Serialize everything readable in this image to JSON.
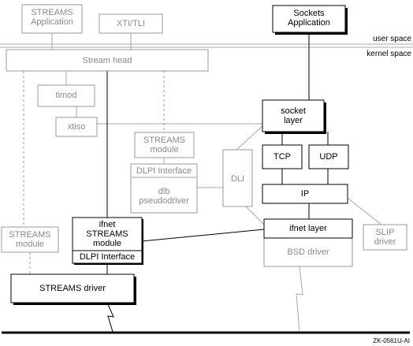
{
  "boxes": {
    "streams_application": "STREAMS\nApplication",
    "xti_tli": "XTI/TLI",
    "sockets_application": "Sockets\nApplication",
    "stream_head": "Stream head",
    "timod": "timod",
    "xtiso": "xtiso",
    "socket_layer": "socket\nlayer",
    "streams_module_top": "STREAMS\nmodule",
    "dlpi_interface_top": "DLPI Interface",
    "dlb_pseudodriver": "dlb\npseudodriver",
    "dli": "DLI",
    "tcp": "TCP",
    "udp": "UDP",
    "ip": "IP",
    "ifnet_streams_module": "ifnet\nSTREAMS\nmodule",
    "dlpi_interface_bottom": "DLPI Interface",
    "ifnet_layer": "ifnet layer",
    "bsd_driver": "BSD driver",
    "slip_driver": "SLIP\ndriver",
    "streams_module_left": "STREAMS\nmodule",
    "streams_driver": "STREAMS driver"
  },
  "space_labels": {
    "user_space": "user space",
    "kernel_space": "kernel space"
  },
  "figure_id": "ZK-0561U-AI",
  "colors": {
    "kernel_component": "#000000",
    "streams_component": "#9a9a9a"
  }
}
